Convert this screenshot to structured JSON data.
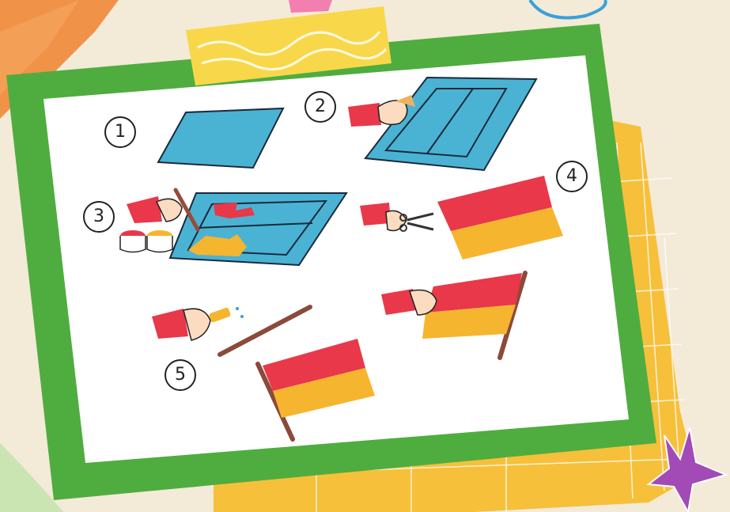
{
  "steps": [
    {
      "number": "1"
    },
    {
      "number": "2"
    },
    {
      "number": "3"
    },
    {
      "number": "4"
    },
    {
      "number": "5"
    }
  ],
  "colors": {
    "frame_green": "#4fad3f",
    "paper_white": "#ffffff",
    "cloth_blue": "#4ab3d4",
    "flag_red": "#e8384a",
    "flag_yellow": "#f6b52e",
    "note_yellow": "#f7c03a",
    "pole_brown": "#8b4a3a"
  },
  "icons": [
    "hand-icon",
    "scissors-icon",
    "paint-brush-icon",
    "paint-pot-icon",
    "glue-tube-icon",
    "star-icon",
    "tape-icon"
  ]
}
